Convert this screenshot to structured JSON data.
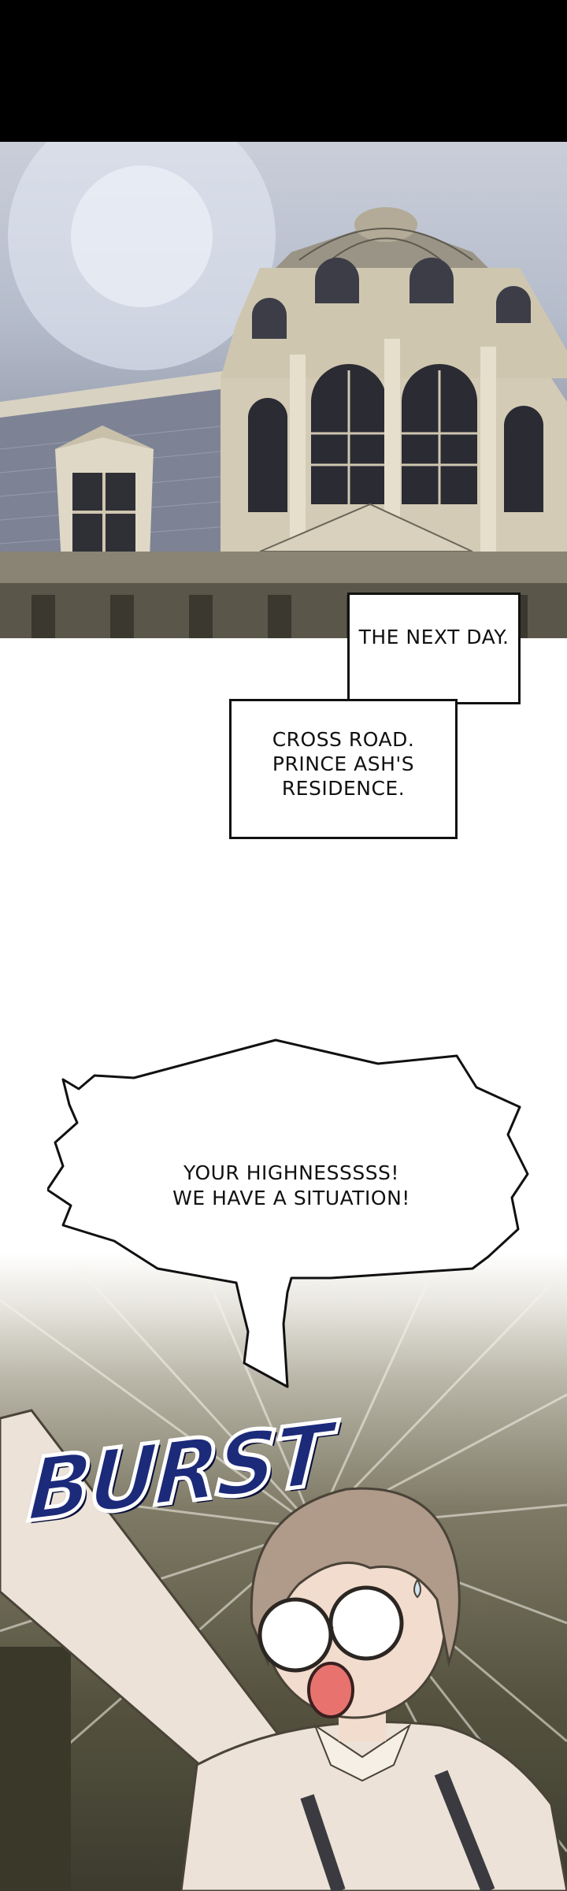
{
  "captions": {
    "first": "THE NEXT DAY.",
    "second_lines": [
      "CROSS ROAD.",
      "PRINCE ASH'S",
      "RESIDENCE."
    ]
  },
  "speech": {
    "lines": [
      "YOUR HIGHNESSSSS!",
      "WE HAVE A SITUATION!"
    ]
  },
  "sfx": {
    "text": "BURST",
    "color": "#1c2a7a"
  },
  "colors": {
    "sky": "#c0c6d3",
    "roof": "#7d8395",
    "stone": "#cfc6b0",
    "shirt": "#ece2d8",
    "hair": "#b09a8a",
    "suspenders": "#3a3a40"
  }
}
